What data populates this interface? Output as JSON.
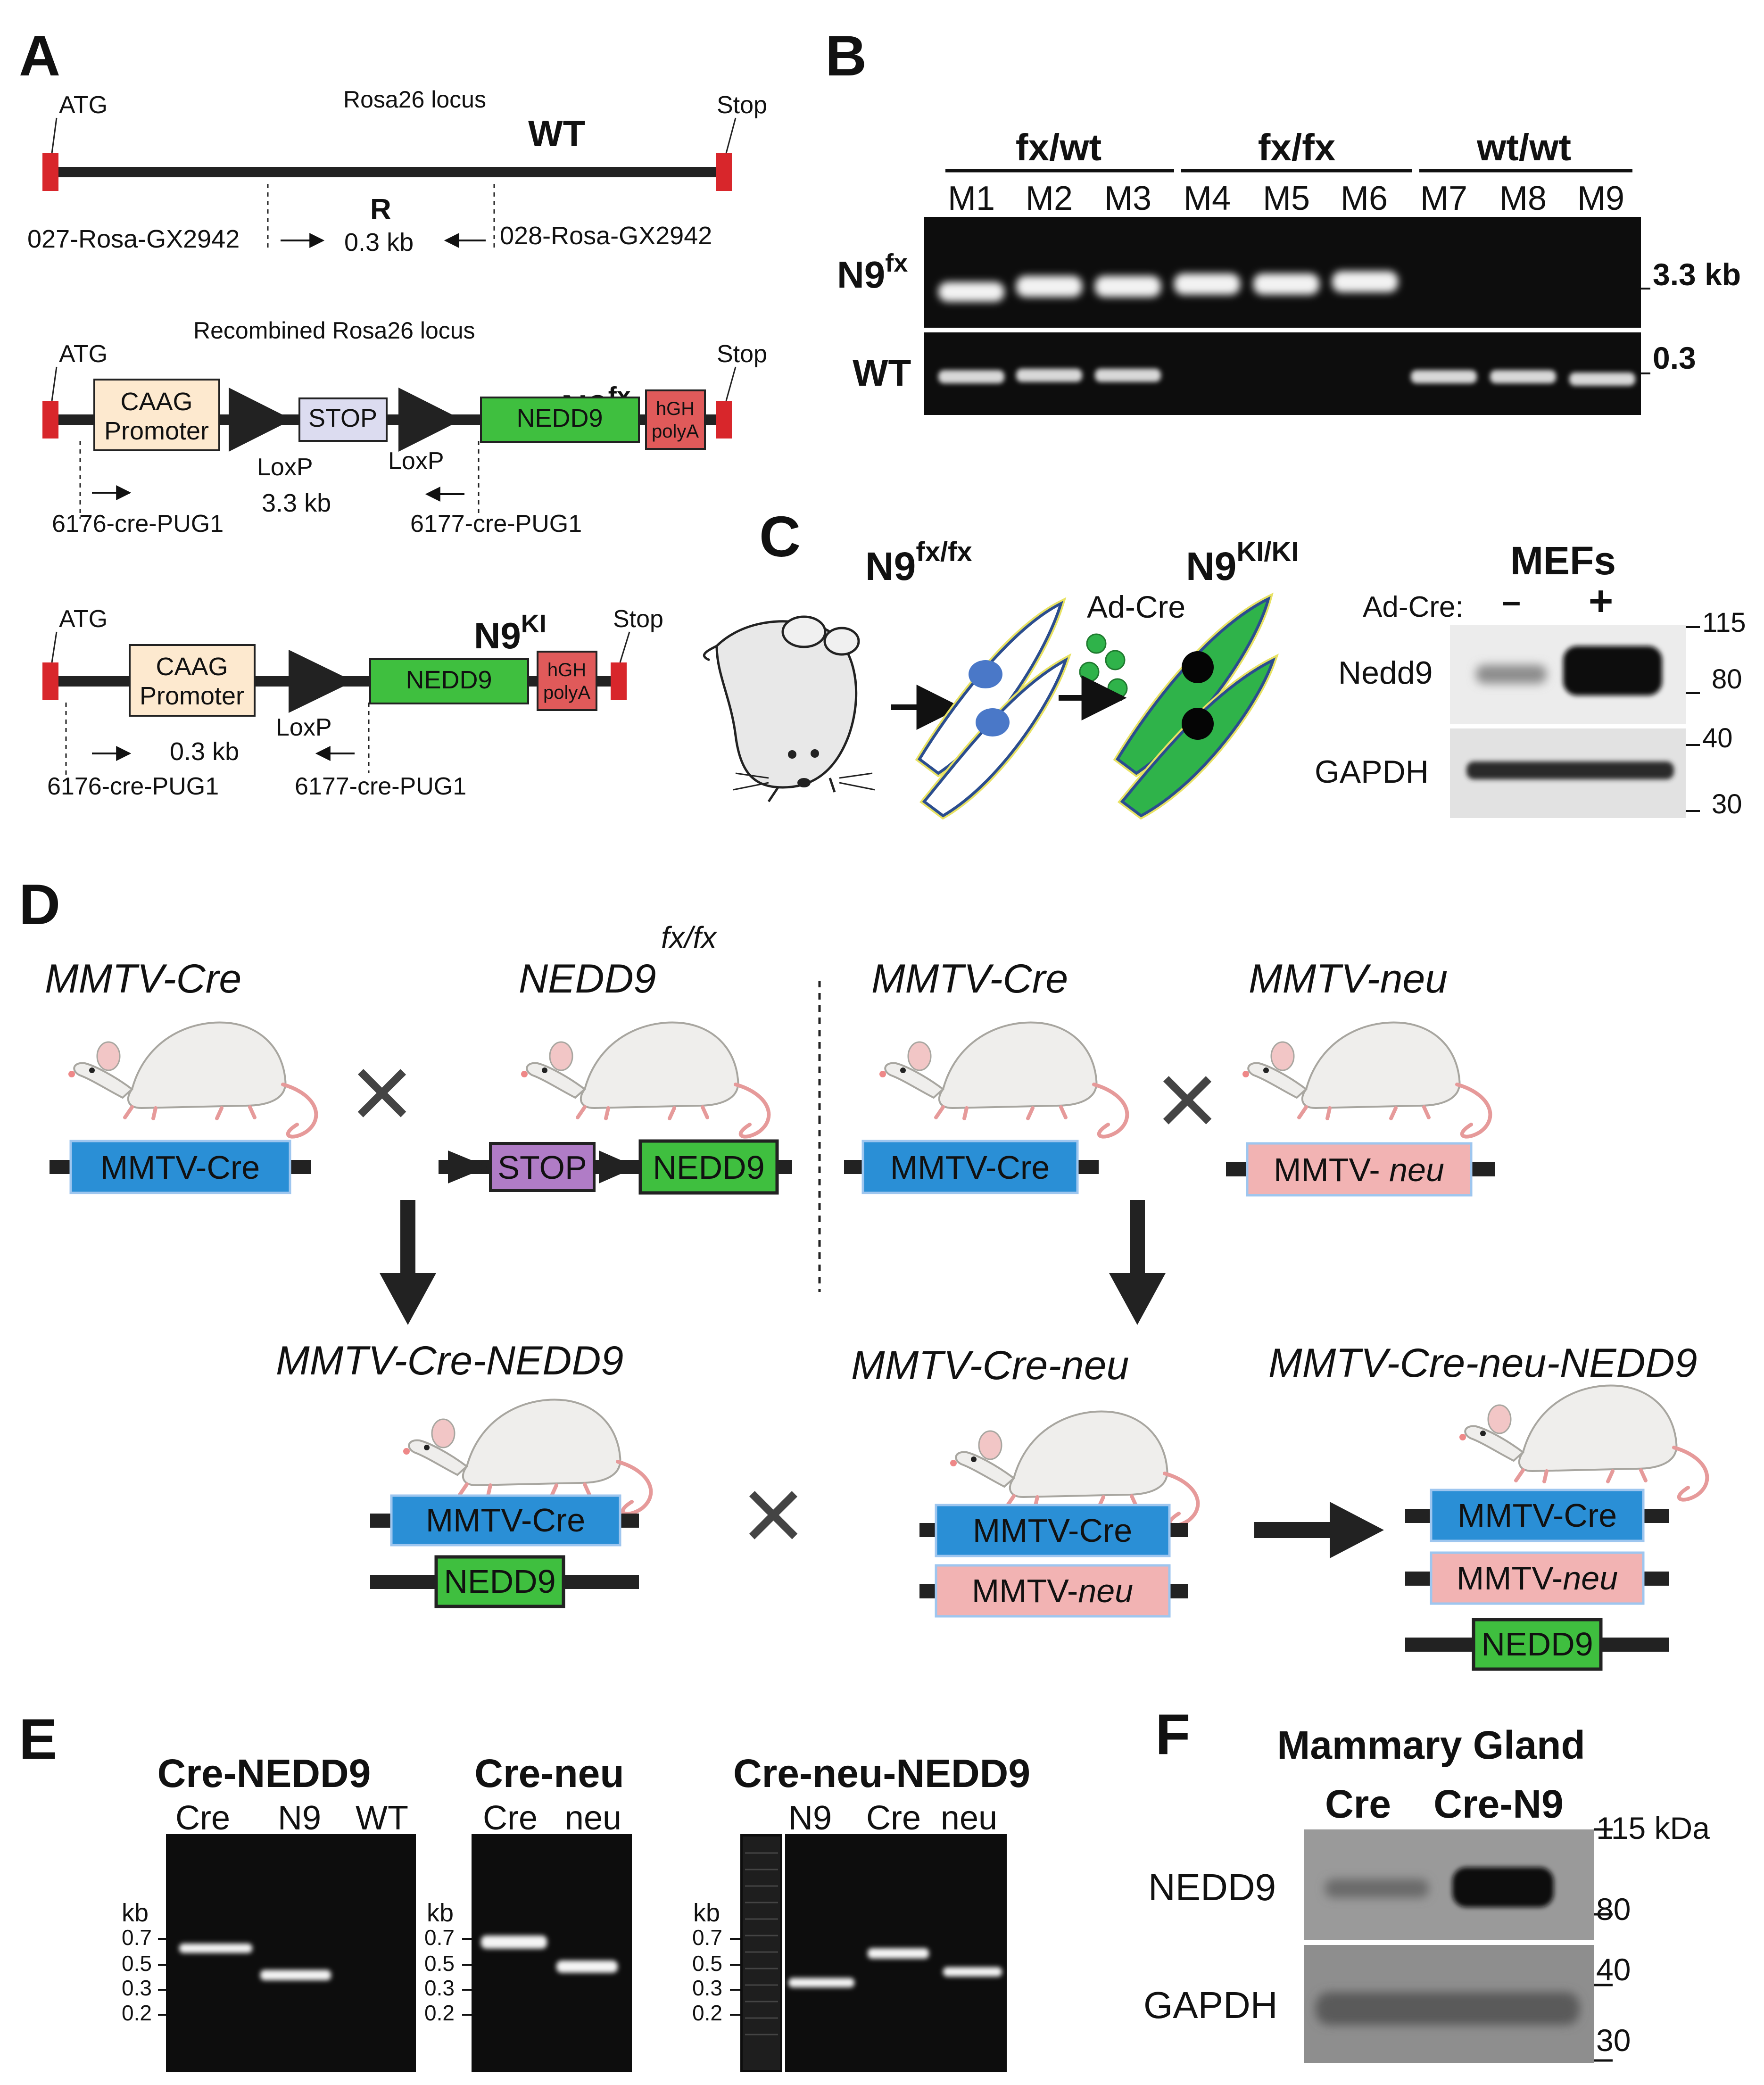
{
  "panels": {
    "a": "A",
    "b": "B",
    "c": "C",
    "d": "D",
    "e": "E",
    "f": "F"
  },
  "panelA": {
    "atg": "ATG",
    "stop": "Stop",
    "rosa_locus": "Rosa26 locus",
    "wt": "WT",
    "r": "R",
    "primer_027": "027-Rosa-GX2942",
    "primer_028": "028-Rosa-GX2942",
    "size_03": "0.3 kb",
    "recombined_locus": "Recombined Rosa26 locus",
    "n9": "N9",
    "fx": "fx",
    "ki": "KI",
    "caag": "CAAG",
    "promoter": "Promoter",
    "stop_box": "STOP",
    "nedd9": "NEDD9",
    "hgh": "hGH",
    "polya": "polyA",
    "loxp": "LoxP",
    "size_33": "3.3 kb",
    "primer_6176": "6176-cre-PUG1",
    "primer_6177": "6177-cre-PUG1"
  },
  "panelB": {
    "groups": [
      "fx/wt",
      "fx/fx",
      "wt/wt"
    ],
    "lanes": [
      "M1",
      "M2",
      "M3",
      "M4",
      "M5",
      "M6",
      "M7",
      "M8",
      "M9"
    ],
    "row1_n9": "N9",
    "row1_fx": "fx",
    "row2": "WT",
    "marker1": "3.3 kb",
    "marker2": "0.3"
  },
  "panelC": {
    "n9_left": "N9",
    "fxfx": "fx/fx",
    "n9_right": "N9",
    "kiki": "KI/KI",
    "adcre": "Ad-Cre",
    "mefs": "MEFs",
    "adcre_label": "Ad-Cre:",
    "minus": "–",
    "plus": "+",
    "nedd9": "Nedd9",
    "gapdh": "GAPDH",
    "kd": [
      "115",
      "80",
      "40",
      "30"
    ]
  },
  "panelD": {
    "mmtv_cre": "MMTV-Cre",
    "nedd9": "NEDD9",
    "fxfx": "fx/fx",
    "mmtv_neu": "MMTV-neu",
    "box_mmtv_cre": "MMTV-Cre",
    "box_stop": "STOP",
    "box_nedd9": "NEDD9",
    "box_mmtv_neu_a": "MMTV- ",
    "box_mmtv_neu_b": "neu",
    "box_mmtv_b": "MMTV-",
    "box_neu_b": "neu",
    "cross": "×",
    "off_cre_nedd9": "MMTV-Cre-NEDD9",
    "off_cre_neu": "MMTV-Cre-neu",
    "off_cre_neu_nedd9": "MMTV-Cre-neu-NEDD9"
  },
  "panelE": {
    "t1": "Cre-NEDD9",
    "l1": [
      "Cre",
      "N9",
      "WT"
    ],
    "t2": "Cre-neu",
    "l2": [
      "Cre",
      "neu"
    ],
    "t3": "Cre-neu-NEDD9",
    "l3": [
      "N9",
      "Cre",
      "neu"
    ],
    "kb": "kb",
    "ticks": [
      "0.7",
      "0.5",
      "0.3",
      "0.2"
    ]
  },
  "panelF": {
    "title": "Mammary Gland",
    "lanes": [
      "Cre",
      "Cre-N9"
    ],
    "nedd9": "NEDD9",
    "gapdh": "GAPDH",
    "kd": [
      "115 kDa",
      "80",
      "40",
      "30"
    ]
  },
  "colors": {
    "blue": "#2a8fd6",
    "green": "#3fbf3f",
    "red": "#e05a5a",
    "pink": "#f2b3b3",
    "purple": "#b07cc6",
    "peach": "#fde9cf",
    "lav": "#dcdcf0",
    "gelDark": "#0d0d0d"
  }
}
